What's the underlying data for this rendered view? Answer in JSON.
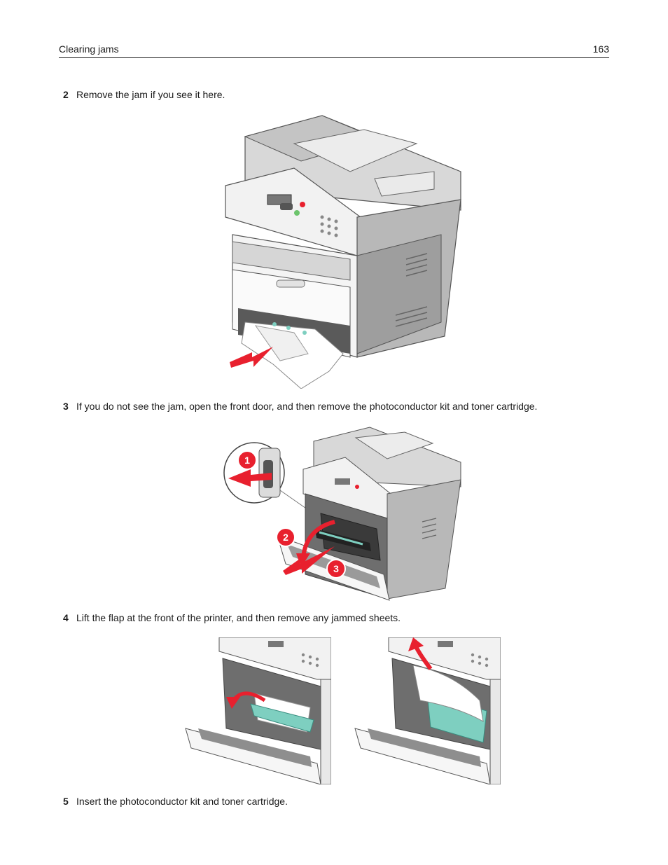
{
  "header": {
    "section": "Clearing jams",
    "page_number": "163"
  },
  "steps": [
    {
      "number": "2",
      "text": "Remove the jam if you see it here."
    },
    {
      "number": "3",
      "text": "If you do not see the jam, open the front door, and then remove the photoconductor kit and toner cartridge."
    },
    {
      "number": "4",
      "text": "Lift the flap at the front of the printer, and then remove any jammed sheets."
    },
    {
      "number": "5",
      "text": "Insert the photoconductor kit and toner cartridge."
    }
  ],
  "callouts": [
    "1",
    "2",
    "3"
  ],
  "colors": {
    "arrow": "#e8202e",
    "flap": "#7ecfc0",
    "printer_dark": "#8a8a8a",
    "printer_light": "#f0f0f0"
  }
}
